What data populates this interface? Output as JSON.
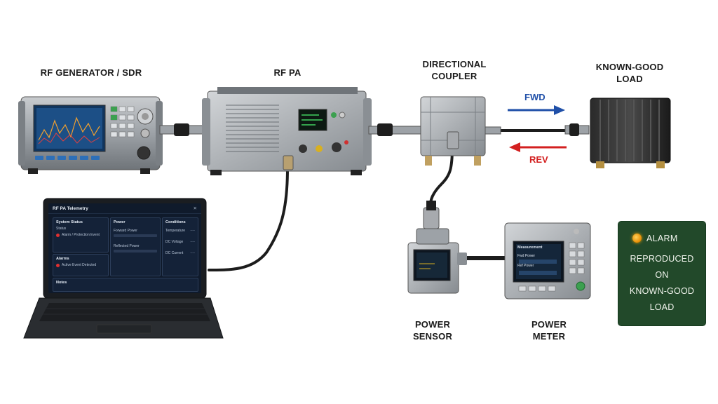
{
  "labels": {
    "generator": "RF GENERATOR / SDR",
    "pa": "RF PA",
    "coupler_l1": "DIRECTIONAL",
    "coupler_l2": "COUPLER",
    "load_l1": "KNOWN-GOOD",
    "load_l2": "LOAD",
    "sensor_l1": "POWER",
    "sensor_l2": "SENSOR",
    "meter_l1": "POWER",
    "meter_l2": "METER"
  },
  "arrows": {
    "fwd": "FWD",
    "rev": "REV",
    "fwd_color": "#1f4fa8",
    "rev_color": "#d32020"
  },
  "telemetry": {
    "title": "RF PA Telemetry",
    "close_glyph": "✕",
    "system_status": {
      "heading": "System Status",
      "status_label": "Status",
      "status_value": "Alarm / Protection Event"
    },
    "alarms": {
      "heading": "Alarms",
      "value": "Active Event Detected"
    },
    "power": {
      "heading": "Power",
      "forward": "Forward Power",
      "reflected": "Reflected Power"
    },
    "conditions": {
      "heading": "Conditions",
      "temperature": "Temperature",
      "dc_voltage": "DC Voltage",
      "dc_current": "DC Current",
      "placeholder": "----"
    },
    "notes": {
      "heading": "Notes"
    },
    "alarm_color": "#e03030"
  },
  "meter_screen": {
    "title": "Measurement",
    "fwd": "Fwd Power",
    "ref": "Ref Power"
  },
  "alarm_box": {
    "line1": "ALARM",
    "line2": "REPRODUCED",
    "line3": "ON",
    "line4": "KNOWN-GOOD",
    "line5": "LOAD",
    "bg_color": "#22492a",
    "led_color": "#f0a000"
  }
}
